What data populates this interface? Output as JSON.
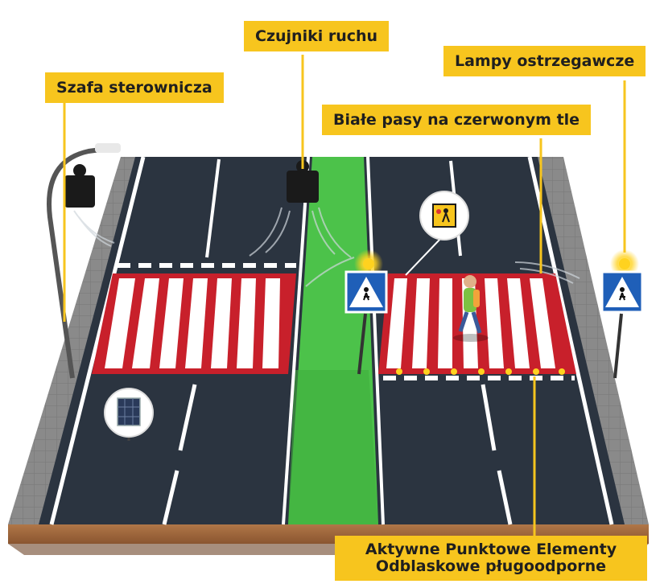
{
  "labels": {
    "control_cabinet": "Szafa sterownicza",
    "motion_sensors": "Czujniki ruchu",
    "warning_lamps": "Lampy ostrzegawcze",
    "white_stripes": "Białe pasy na czerwonym tle",
    "reflective_elements_line1": "Aktywne Punktowe Elementy",
    "reflective_elements_line2": "Odblaskowe pługoodporne"
  },
  "colors": {
    "label_bg": "#f7c51e",
    "road": "#2b3440",
    "sidewalk": "#7b7b7b",
    "green_lane": "#4cc24a",
    "crossing_red": "#c8202b",
    "crossing_white": "#ffffff",
    "sign_blue": "#1f5fb8",
    "lamp_yellow": "#ffd21f"
  },
  "icons": {
    "pedestrian_sign": "pedestrian-crossing-sign-icon",
    "school_sign": "children-crossing-sign-icon",
    "solar_panel": "solar-panel-icon",
    "sensor": "motion-sensor-icon",
    "lamp": "warning-lamp-icon"
  }
}
